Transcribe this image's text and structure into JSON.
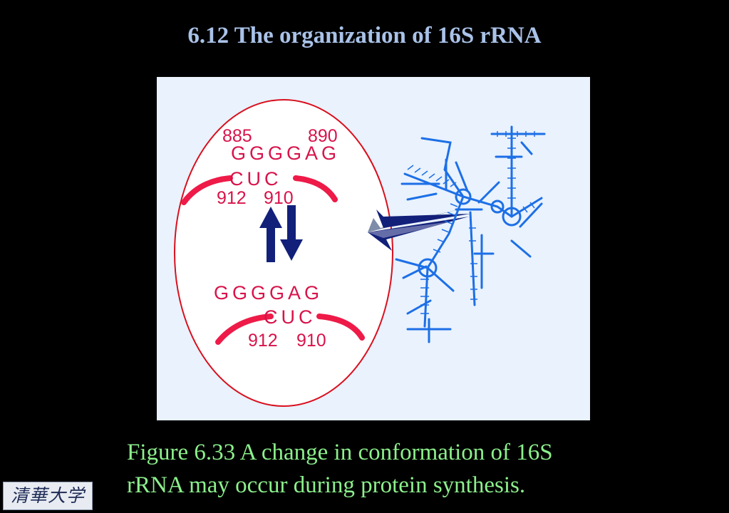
{
  "slide": {
    "title": "6.12 The organization of 16S rRNA",
    "caption_line1": "Figure 6.33 A change in conformation of 16S",
    "caption_line2": "rRNA may occur during protein synthesis.",
    "logo_text": "清華大学"
  },
  "diagram": {
    "top_state": {
      "pos_885": "885",
      "pos_890": "890",
      "upper_seq": "GGGGAG",
      "lower_seq": "CUC",
      "pos_912": "912",
      "pos_910": "910"
    },
    "bottom_state": {
      "upper_seq": "GGGGAG",
      "lower_seq": "CUC",
      "pos_912": "912",
      "pos_910": "910"
    }
  },
  "colors": {
    "background": "#000000",
    "title": "#a9c2e8",
    "caption": "#8cf08c",
    "panel": "#e9f2fd",
    "ellipse": "#d9101e",
    "rna_text": "#d8134a",
    "strand": "#ee1a48",
    "arrow": "#12207a",
    "structure": "#1d6fe6"
  },
  "icons": {
    "switch_arrows": "up-down-arrow-icon",
    "pointer_arrow": "left-arrow-icon",
    "secondary_structure": "rna-secondary-structure-icon"
  }
}
